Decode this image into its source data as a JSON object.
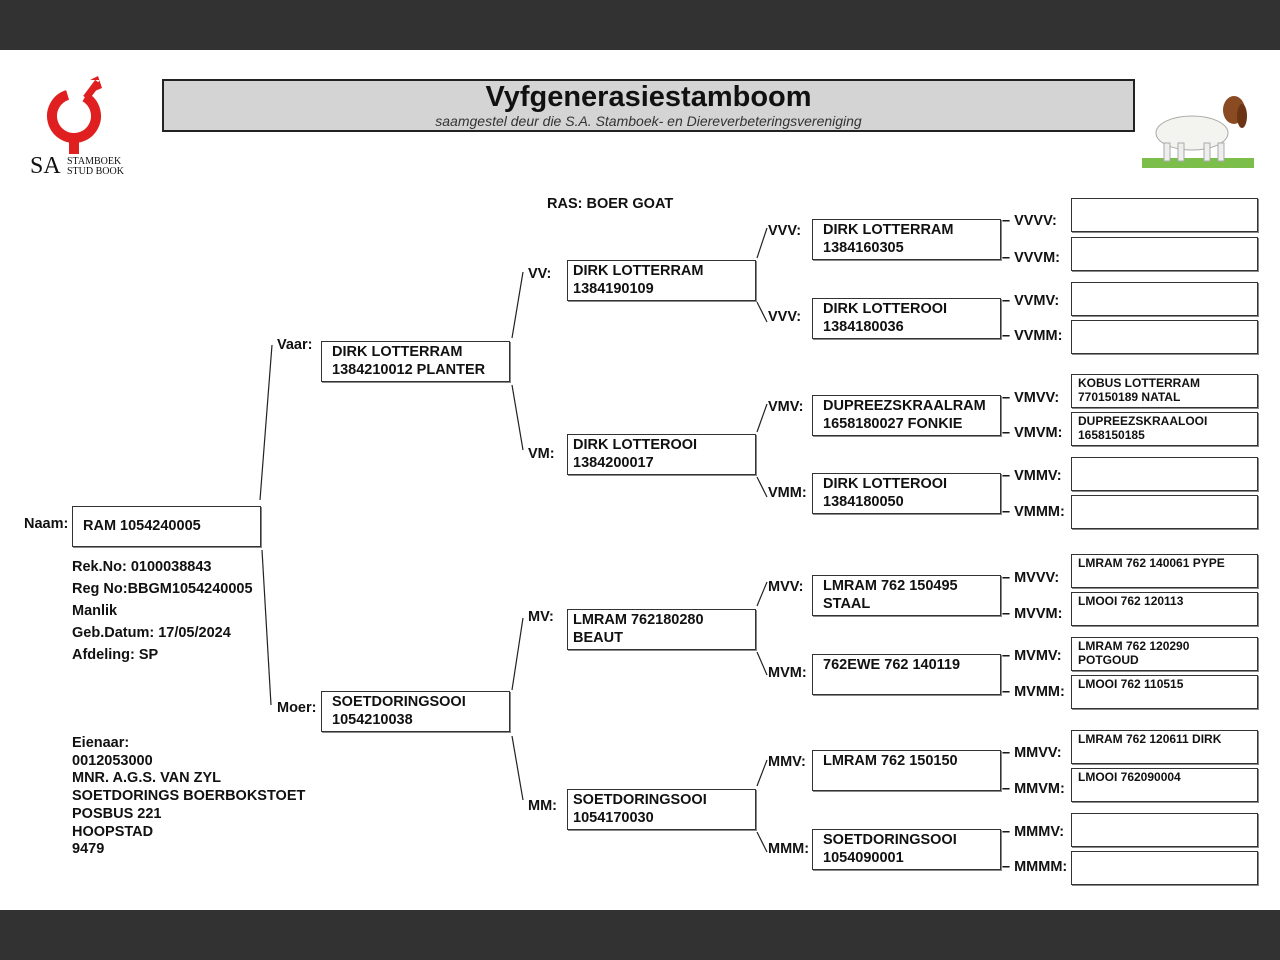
{
  "header": {
    "title": "Vyfgenerasiestamboom",
    "subtitle": "saamgestel deur die S.A. Stamboek- en Diereverbeteringsvereniging",
    "logo_text": "SA",
    "logo_line1": "STAMBOEK",
    "logo_line2": "STUD BOOK"
  },
  "breed": "RAS: BOER GOAT",
  "animal": {
    "label": "Naam:",
    "name": "RAM 1054240005",
    "rek_no": "Rek.No: 0100038843",
    "reg_no": "Reg No:BBGM1054240005",
    "sex": "Manlik",
    "dob": "Geb.Datum: 17/05/2024",
    "division": "Afdeling: SP"
  },
  "owner": {
    "label": "Eienaar:",
    "lines": [
      "0012053000",
      "MNR. A.G.S. VAN ZYL",
      "SOETDORINGS BOERBOKSTOET",
      "POSBUS 221",
      "HOOPSTAD",
      "9479"
    ]
  },
  "gen2": [
    {
      "label": "Vaar:",
      "lines": [
        "DIRK LOTTERRAM",
        "1384210012 PLANTER"
      ]
    },
    {
      "label": "Moer:",
      "lines": [
        "SOETDORINGSOOI",
        "1054210038"
      ]
    }
  ],
  "gen3": [
    {
      "label": "VV:",
      "lines": [
        "DIRK LOTTERRAM",
        "1384190109"
      ]
    },
    {
      "label": "VM:",
      "lines": [
        "DIRK LOTTEROOI",
        "1384200017"
      ]
    },
    {
      "label": "MV:",
      "lines": [
        "LMRAM 762180280",
        "BEAUT"
      ]
    },
    {
      "label": "MM:",
      "lines": [
        "SOETDORINGSOOI",
        "1054170030"
      ]
    }
  ],
  "gen4": [
    {
      "label": "VVV:",
      "lines": [
        "DIRK LOTTERRAM",
        "1384160305"
      ]
    },
    {
      "label": "VVV:",
      "lines": [
        "DIRK LOTTEROOI",
        "1384180036"
      ]
    },
    {
      "label": "VMV:",
      "lines": [
        "DUPREEZSKRAALRAM 1658180027 FONKIE",
        ""
      ]
    },
    {
      "label": "VMM:",
      "lines": [
        "DIRK LOTTEROOI",
        "1384180050"
      ]
    },
    {
      "label": "MVV:",
      "lines": [
        "LMRAM 762 150495",
        "STAAL"
      ]
    },
    {
      "label": "MVM:",
      "lines": [
        "762EWE 762 140119",
        ""
      ]
    },
    {
      "label": "MMV:",
      "lines": [
        "LMRAM 762 150150",
        ""
      ]
    },
    {
      "label": "MMM:",
      "lines": [
        "SOETDORINGSOOI",
        "1054090001"
      ]
    }
  ],
  "gen5": [
    {
      "label": "– VVVV:",
      "lines": [
        "",
        ""
      ]
    },
    {
      "label": "– VVVM:",
      "lines": [
        "",
        ""
      ]
    },
    {
      "label": "– VVMV:",
      "lines": [
        "",
        ""
      ]
    },
    {
      "label": "– VVMM:",
      "lines": [
        "",
        ""
      ]
    },
    {
      "label": "– VMVV:",
      "lines": [
        "KOBUS LOTTERRAM",
        "770150189 NATAL"
      ]
    },
    {
      "label": "– VMVM:",
      "lines": [
        "DUPREEZSKRAALOOI",
        "1658150185"
      ]
    },
    {
      "label": "– VMMV:",
      "lines": [
        "",
        ""
      ]
    },
    {
      "label": "– VMMM:",
      "lines": [
        "",
        ""
      ]
    },
    {
      "label": "– MVVV:",
      "lines": [
        "LMRAM 762 140061 PYPE",
        ""
      ]
    },
    {
      "label": "– MVVM:",
      "lines": [
        "LMOOI 762 120113",
        ""
      ]
    },
    {
      "label": "– MVMV:",
      "lines": [
        "LMRAM 762 120290",
        "POTGOUD"
      ]
    },
    {
      "label": "– MVMM:",
      "lines": [
        "LMOOI 762 110515",
        ""
      ]
    },
    {
      "label": "– MMVV:",
      "lines": [
        "LMRAM 762 120611 DIRK",
        ""
      ]
    },
    {
      "label": "– MMVM:",
      "lines": [
        "LMOOI 762090004",
        ""
      ]
    },
    {
      "label": "– MMMV:",
      "lines": [
        "",
        ""
      ]
    },
    {
      "label": "– MMMM:",
      "lines": [
        "",
        ""
      ]
    }
  ],
  "colors": {
    "logo_red": "#e02020",
    "title_bg": "#d4d4d4",
    "bar": "#323232"
  }
}
